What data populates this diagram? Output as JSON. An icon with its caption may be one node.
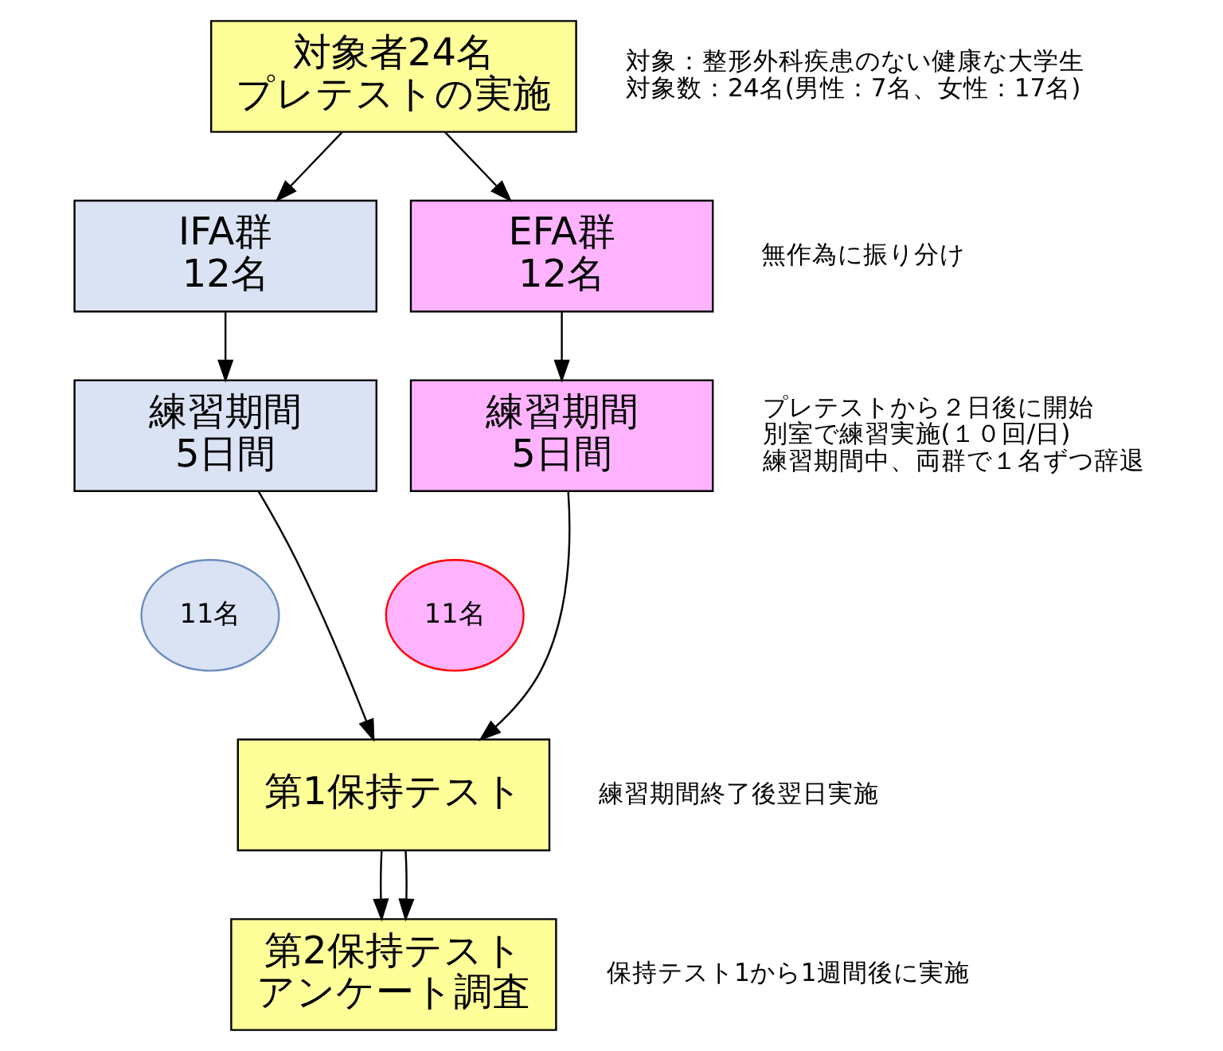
{
  "diagram": {
    "nodes": [
      {
        "text": [
          "対象者24名",
          "プレテストの実施"
        ],
        "beside": [
          "対象：整形外科疾患のない健康な大学生",
          "対象数：24名(男性：7名、女性：17名)"
        ]
      },
      {
        "text": [
          "IFA群 12名"
        ]
      },
      {
        "text": [
          "EFA群 12名"
        ],
        "beside": [
          "無作為に振り分け"
        ]
      },
      {
        "text": [
          "練習期間 5日間"
        ]
      },
      {
        "text": [
          "練習期間 5日間"
        ],
        "beside": [
          "プレテストから２日後に開始",
          "別室で練習実施(１０回/日)",
          "練習期間中、両群で１名ずつ辞退"
        ]
      },
      {
        "text": [
          "11名"
        ]
      },
      {
        "text": [
          "11名"
        ]
      },
      {
        "text": [
          "第1保持テスト"
        ],
        "beside": [
          "練習期間終了後翌日実施"
        ]
      },
      {
        "text": [
          "第2保持テスト",
          "アンケート調査"
        ],
        "beside": [
          "保持テスト1から1週間後に実施"
        ]
      }
    ],
    "edges": [
      {
        "from": 0,
        "to": 1,
        "arrow": "to"
      },
      {
        "from": 0,
        "to": 2,
        "arrow": "to"
      },
      {
        "from": 1,
        "to": 3,
        "arrow": "to"
      },
      {
        "from": 2,
        "to": 4,
        "arrow": "to"
      },
      {
        "from": 3,
        "to": 7,
        "arrow": "to"
      },
      {
        "from": 4,
        "to": 7,
        "arrow": "to"
      },
      {
        "from": 7,
        "to": 8,
        "arrow": "to"
      },
      {
        "from": 7,
        "to": 8,
        "arrow": "to"
      }
    ]
  }
}
